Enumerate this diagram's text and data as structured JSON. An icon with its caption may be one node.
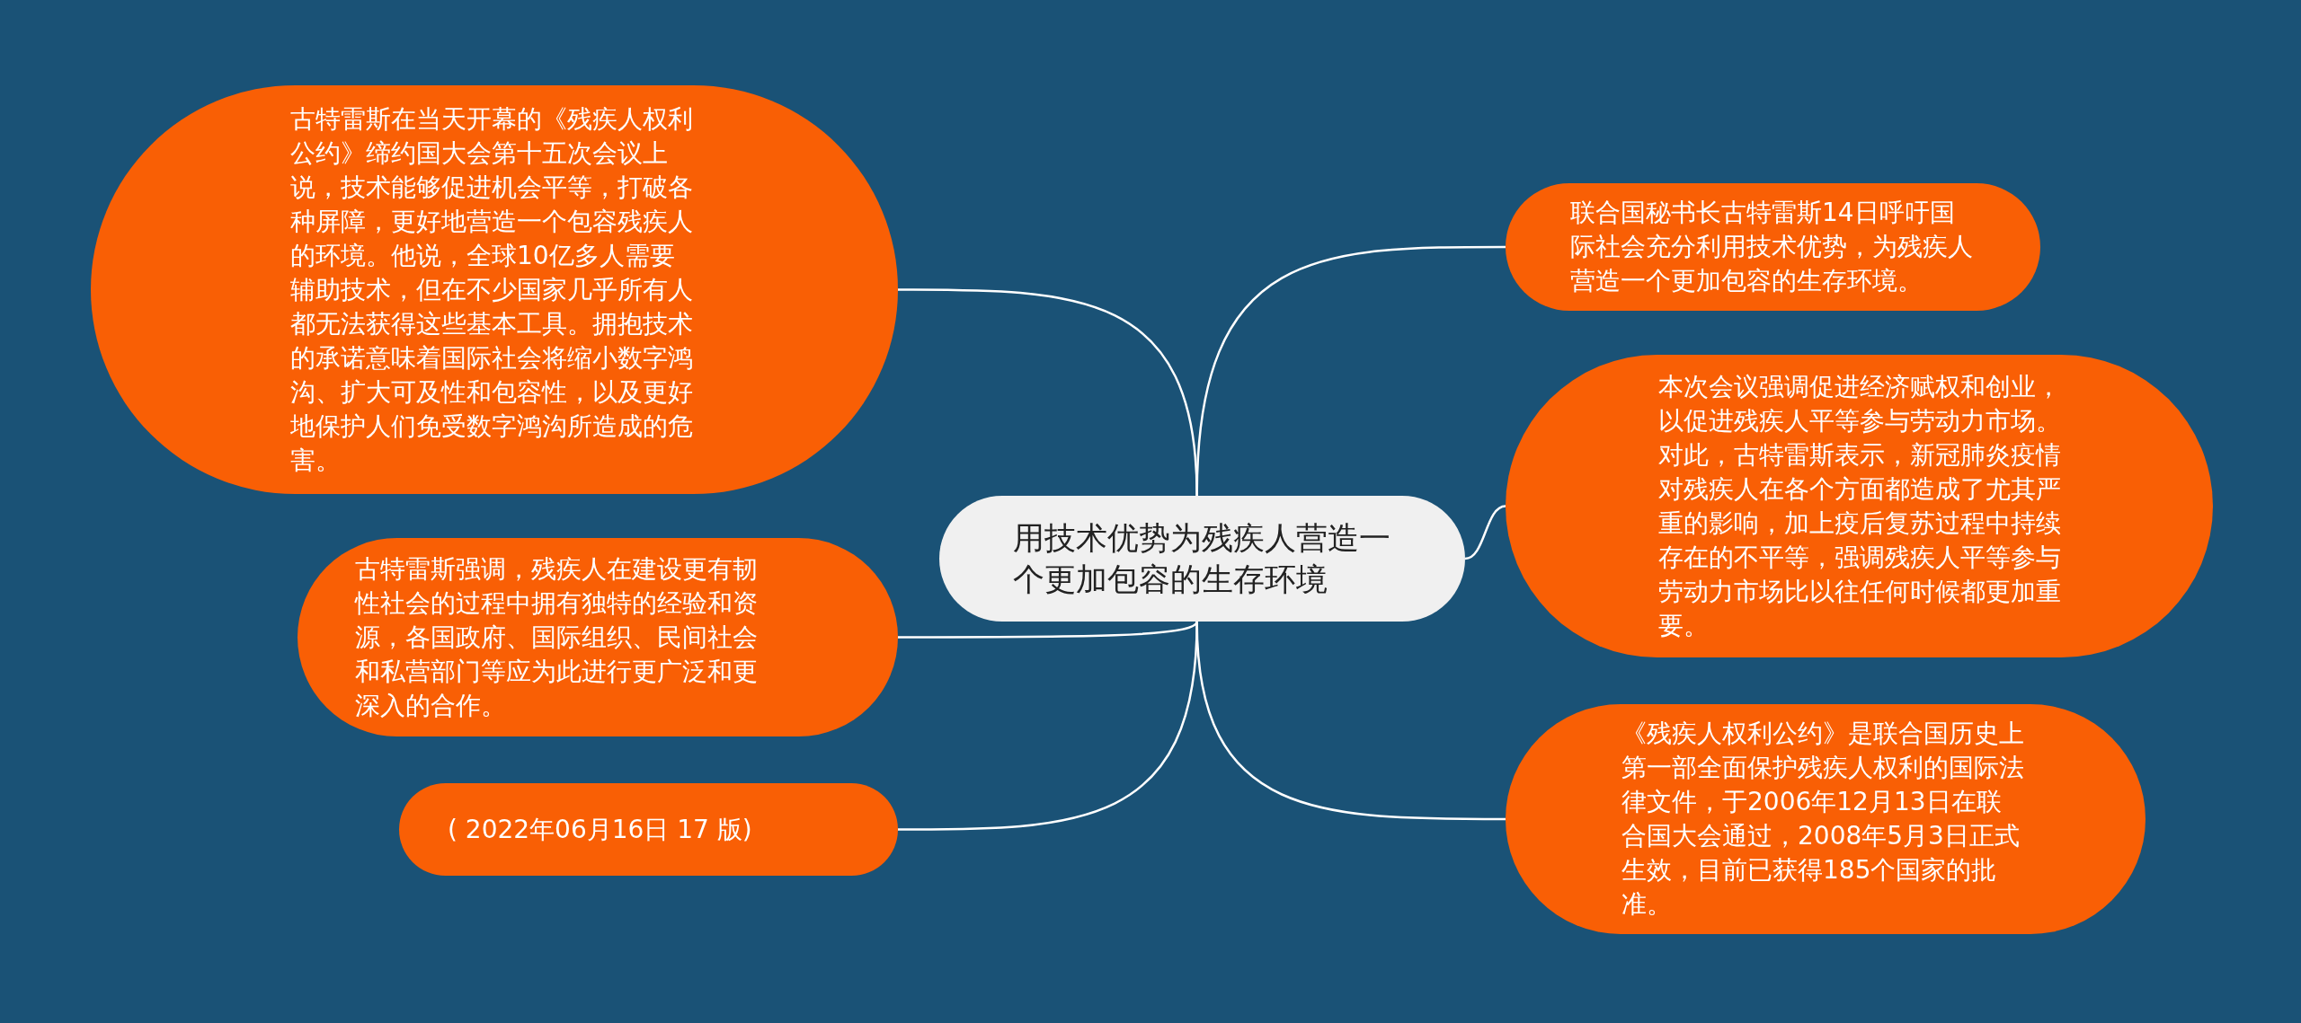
{
  "diagram": {
    "nodes": [
      {
        "text": [
          "用技术优势为残疾人营造一个更加包容的生存环境"
        ]
      },
      {
        "text": [
          "古特雷斯在当天开幕的《残疾人权利公约》缔约国大会第十五次会议上说，技术能够促进机会平等，打破各种屏障，更好地营造一个包容残疾人的环境。他说，全球10亿多人需要辅助技术，但在不少国家几乎所有人都无法获得这些基本工具。拥抱技术的承诺意味着国际社会将缩小数字鸿沟、扩大可及性和包容性，以及更好地保护人们免受数字鸿沟所造成的危害。"
        ]
      },
      {
        "text": [
          "古特雷斯强调，残疾人在建设更有韧性社会的过程中拥有独特的经验和资源，各国政府、国际组织、民间社会和私营部门等应为此进行更广泛和更深入的合作。"
        ]
      },
      {
        "text": [
          "( 2022年06月16日 17 版)"
        ]
      },
      {
        "text": [
          "联合国秘书长古特雷斯14日呼吁国际社会充分利用技术优势，为残疾人营造一个更加包容的生存环境。"
        ]
      },
      {
        "text": [
          "本次会议强调促进经济赋权和创业，以促进残疾人平等参与劳动力市场。对此，古特雷斯表示，新冠肺炎疫情对残疾人在各个方面都造成了尤其严重的影响，加上疫后复苏过程中持续存在的不平等，强调残疾人平等参与劳动力市场比以往任何时候都更加重要。"
        ]
      },
      {
        "text": [
          "《残疾人权利公约》是联合国历史上第一部全面保护残疾人权利的国际法律文件，于2006年12月13日在联合国大会通过，2008年5月3日正式生效，目前已获得185个国家的批准。"
        ]
      }
    ],
    "edges": [
      {
        "from": 0,
        "to": 1,
        "arrow": "none"
      },
      {
        "from": 0,
        "to": 2,
        "arrow": "none"
      },
      {
        "from": 0,
        "to": 3,
        "arrow": "none"
      },
      {
        "from": 0,
        "to": 4,
        "arrow": "none"
      },
      {
        "from": 0,
        "to": 5,
        "arrow": "none"
      },
      {
        "from": 0,
        "to": 6,
        "arrow": "none"
      }
    ]
  }
}
